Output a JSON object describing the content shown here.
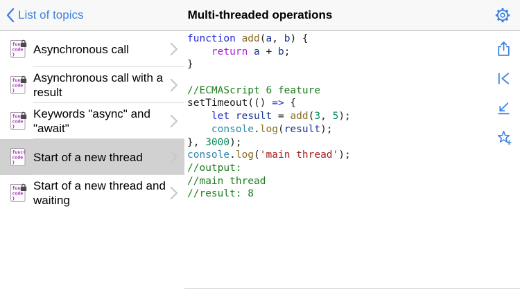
{
  "nav": {
    "back_label": "List of topics",
    "title": "Multi-threaded operations"
  },
  "sidebar": {
    "icon_lines": [
      "func{",
      "code",
      "}"
    ],
    "items": [
      {
        "label": "Asynchronous call",
        "locked": true,
        "selected": false
      },
      {
        "label": "Asynchronous call with a result",
        "locked": true,
        "selected": false
      },
      {
        "label": "Keywords \"async\" and \"await\"",
        "locked": true,
        "selected": false
      },
      {
        "label": "Start of a new thread",
        "locked": false,
        "selected": true
      },
      {
        "label": "Start of a new thread and waiting",
        "locked": true,
        "selected": false
      }
    ]
  },
  "toolbar": {
    "icons": [
      "share-icon",
      "skip-to-start-icon",
      "jump-to-end-icon",
      "add-favorite-icon"
    ]
  },
  "code": {
    "language": "javascript",
    "colors": {
      "kw": "#2328d2",
      "ctl": "#ab1fd0",
      "fn": "#8a6d1f",
      "var": "#16318f",
      "num": "#0b8a5c",
      "str": "#a51f1f",
      "cmt": "#1e7d1e",
      "cls": "#2b85a5",
      "pl": "#1c1c1c"
    },
    "lines": [
      [
        {
          "c": "kw",
          "t": "function"
        },
        {
          "c": "pl",
          "t": " "
        },
        {
          "c": "fn",
          "t": "add"
        },
        {
          "c": "pl",
          "t": "("
        },
        {
          "c": "var",
          "t": "a"
        },
        {
          "c": "pl",
          "t": ", "
        },
        {
          "c": "var",
          "t": "b"
        },
        {
          "c": "pl",
          "t": ") {"
        }
      ],
      [
        {
          "c": "pl",
          "t": "    "
        },
        {
          "c": "ctl",
          "t": "return"
        },
        {
          "c": "pl",
          "t": " "
        },
        {
          "c": "var",
          "t": "a"
        },
        {
          "c": "pl",
          "t": " + "
        },
        {
          "c": "var",
          "t": "b"
        },
        {
          "c": "pl",
          "t": ";"
        }
      ],
      [
        {
          "c": "pl",
          "t": "}"
        }
      ],
      [],
      [
        {
          "c": "cmt",
          "t": "//ECMAScript 6 feature"
        }
      ],
      [
        {
          "c": "pl",
          "t": "setTimeout(() "
        },
        {
          "c": "kw",
          "t": "=>"
        },
        {
          "c": "pl",
          "t": " {"
        }
      ],
      [
        {
          "c": "pl",
          "t": "    "
        },
        {
          "c": "kw",
          "t": "let"
        },
        {
          "c": "pl",
          "t": " "
        },
        {
          "c": "var",
          "t": "result"
        },
        {
          "c": "pl",
          "t": " = "
        },
        {
          "c": "fn",
          "t": "add"
        },
        {
          "c": "pl",
          "t": "("
        },
        {
          "c": "num",
          "t": "3"
        },
        {
          "c": "pl",
          "t": ", "
        },
        {
          "c": "num",
          "t": "5"
        },
        {
          "c": "pl",
          "t": ");"
        }
      ],
      [
        {
          "c": "pl",
          "t": "    "
        },
        {
          "c": "cls",
          "t": "console"
        },
        {
          "c": "pl",
          "t": "."
        },
        {
          "c": "fn",
          "t": "log"
        },
        {
          "c": "pl",
          "t": "("
        },
        {
          "c": "var",
          "t": "result"
        },
        {
          "c": "pl",
          "t": ");"
        }
      ],
      [
        {
          "c": "pl",
          "t": "}, "
        },
        {
          "c": "num",
          "t": "3000"
        },
        {
          "c": "pl",
          "t": ");"
        }
      ],
      [
        {
          "c": "cls",
          "t": "console"
        },
        {
          "c": "pl",
          "t": "."
        },
        {
          "c": "fn",
          "t": "log"
        },
        {
          "c": "pl",
          "t": "("
        },
        {
          "c": "str",
          "t": "'main thread'"
        },
        {
          "c": "pl",
          "t": ");"
        }
      ],
      [
        {
          "c": "cmt",
          "t": "//output:"
        }
      ],
      [
        {
          "c": "cmt",
          "t": "//main thread"
        }
      ],
      [
        {
          "c": "cmt",
          "t": "//result: 8"
        }
      ]
    ]
  },
  "colors": {
    "tint": "#3b82e0",
    "nav_bg": "#f8f8f8",
    "hairline": "#b6b6b6",
    "selected_row": "#d1d1d1",
    "separator": "#dadada",
    "chevron": "#c7c7cc",
    "icon_purple": "#a433b8",
    "lock": "#4a4a4a"
  }
}
